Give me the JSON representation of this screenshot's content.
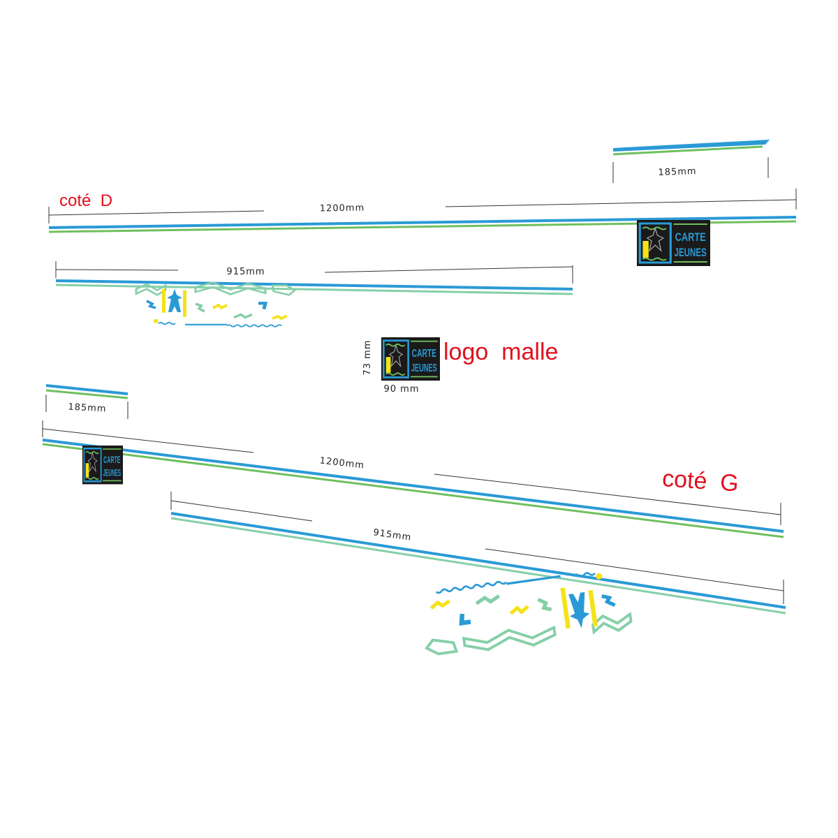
{
  "labels": {
    "side_right": "coté  D",
    "side_left": "coté  G",
    "logo_caption": "logo  malle"
  },
  "dimensions": {
    "top_small_width": "185mm",
    "top_long_width": "1200mm",
    "top_medium_width": "915mm",
    "logo_height": "73 mm",
    "logo_width": "90 mm",
    "bottom_small_width": "185mm",
    "bottom_long_width": "1200mm",
    "bottom_medium_width": "915mm"
  },
  "logo": {
    "line1": "CARTE",
    "line2": "JEUNES"
  },
  "colors": {
    "blue": "#2a9ad6",
    "green": "#6fbf5e",
    "mint": "#86cfa8",
    "yellow": "#f4e21a",
    "red": "#e0101e",
    "logo_bg": "#1a1a1a"
  }
}
